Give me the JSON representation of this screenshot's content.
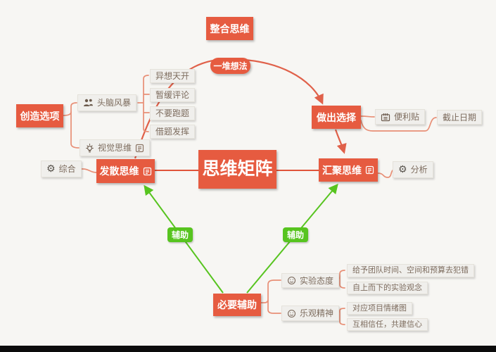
{
  "title": "思维矩阵 mind map",
  "colors": {
    "background": "#f7f6f3",
    "topic_red": "#e65b40",
    "relationship_red": "#e0614a",
    "branch_salmon": "#e88f76",
    "assist_green": "#57c41f",
    "gray_node_bg": "#f0efec",
    "gray_node_text": "#7d6c5e",
    "bottom_bar": "#0c0c0c"
  },
  "nodes": {
    "center": {
      "label": "思维矩阵"
    },
    "integrate": {
      "label": "整合思维"
    },
    "ideas_pile": {
      "label": "一堆想法"
    },
    "wild_ideas": {
      "label": "异想天开"
    },
    "defer_judgment": {
      "label": "暂缓评论"
    },
    "stay_on_topic": {
      "label": "不要跑题"
    },
    "build_on_ideas": {
      "label": "借题发挥"
    },
    "brainstorm": {
      "label": "头脑风暴",
      "icon": "people-icon"
    },
    "create_options": {
      "label": "创造选项"
    },
    "visual_thinking": {
      "label": "视觉思维",
      "icon": "bulb-icon",
      "has_note": true
    },
    "synthesize": {
      "label": "综合",
      "icon": "gear-icon"
    },
    "diverge": {
      "label": "发散思维",
      "has_note": true
    },
    "converge": {
      "label": "汇聚思维",
      "has_note": true
    },
    "analyze": {
      "label": "分析",
      "icon": "gear-icon"
    },
    "make_choice": {
      "label": "做出选择"
    },
    "sticky_note": {
      "label": "便利贴",
      "icon": "sticky-note-icon"
    },
    "deadline": {
      "label": "截止日期"
    },
    "necessary_assist": {
      "label": "必要辅助"
    },
    "experiment_attitude": {
      "label": "实验态度",
      "icon": "smiley-icon"
    },
    "optimism": {
      "label": "乐观精神",
      "icon": "smiley-icon"
    },
    "give_team_room": {
      "label": "给予团队时间、空间和预算去犯错"
    },
    "top_down_experiment": {
      "label": "自上而下的实验观念"
    },
    "project_emotion_map": {
      "label": "对应项目情绪图"
    },
    "mutual_trust": {
      "label": "互相信任，共建信心"
    }
  },
  "relationships": {
    "assist_left": {
      "label": "辅助"
    },
    "assist_right": {
      "label": "辅助"
    }
  },
  "icons": {
    "gear_glyph": "⚙"
  }
}
